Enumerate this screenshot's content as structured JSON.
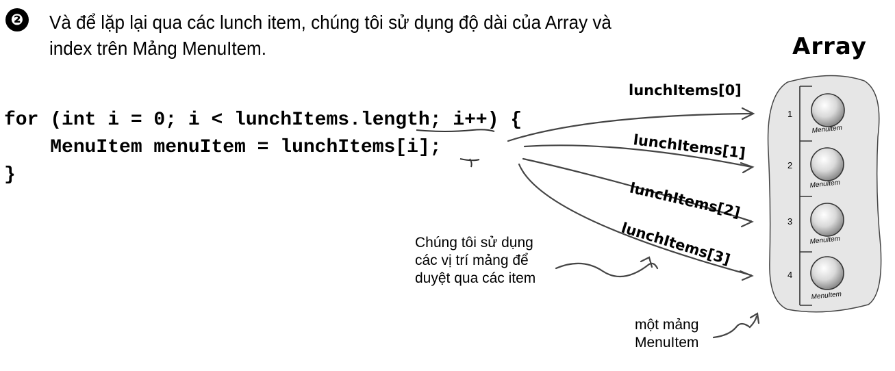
{
  "step": {
    "badge": "❷"
  },
  "heading": {
    "line1": "Và để lặp lại qua các lunch item, chúng tôi sử dụng độ dài của Array và",
    "line2": "index trên Mảng MenuItem."
  },
  "code": {
    "line1_a": "for (int i = 0; i < lunchItems.",
    "line1_b": "length",
    "line1_c": "; i++) {",
    "line2_a": "    MenuItem menuItem = lunchItems[",
    "line2_b": "i",
    "line2_c": "];",
    "line3": "}"
  },
  "array": {
    "title": "Array",
    "slots": [
      {
        "number": "1",
        "item": "MenuItem"
      },
      {
        "number": "2",
        "item": "MenuItem"
      },
      {
        "number": "3",
        "item": "MenuItem"
      },
      {
        "number": "4",
        "item": "MenuItem"
      }
    ]
  },
  "index_labels": [
    "lunchItems[0]",
    "lunchItems[1]",
    "lunchItems[2]",
    "lunchItems[3]"
  ],
  "notes": {
    "positions_line1": "Chúng tôi sử dụng",
    "positions_line2": "các vị trí mảng để",
    "positions_line3": "duyệt qua các item",
    "array_line1": "một mảng",
    "array_line2": "MenuItem"
  }
}
